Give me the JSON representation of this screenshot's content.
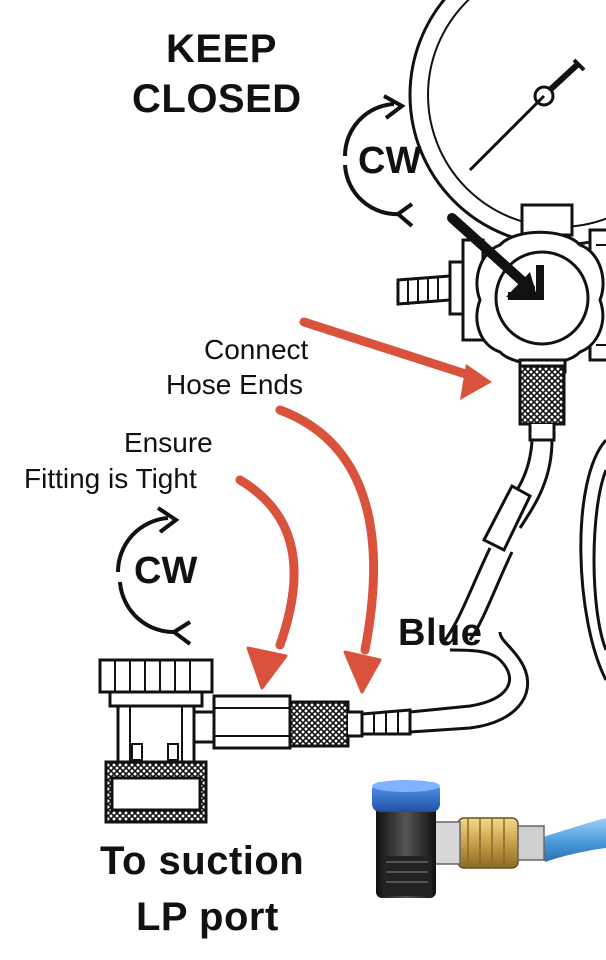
{
  "labels": {
    "keep_closed_1": "KEEP",
    "keep_closed_2": "CLOSED",
    "cw_top": "CW",
    "cw_bottom": "CW",
    "connect_1": "Connect",
    "connect_2": "Hose Ends",
    "ensure_1": "Ensure",
    "ensure_2": "Fitting is Tight",
    "blue": "Blue",
    "suction_1": "To suction",
    "suction_2": "LP port"
  },
  "icons": [
    "clockwise-arrows-icon",
    "pressure-gauge-icon",
    "valve-knob-icon",
    "coupler-icon",
    "hose-icon"
  ],
  "colors": {
    "arrow": "#d9533c",
    "line": "#111111",
    "coupler_blue": "#2e6fd0",
    "hose_blue": "#5aa9e6",
    "brass": "#d1a64a"
  }
}
